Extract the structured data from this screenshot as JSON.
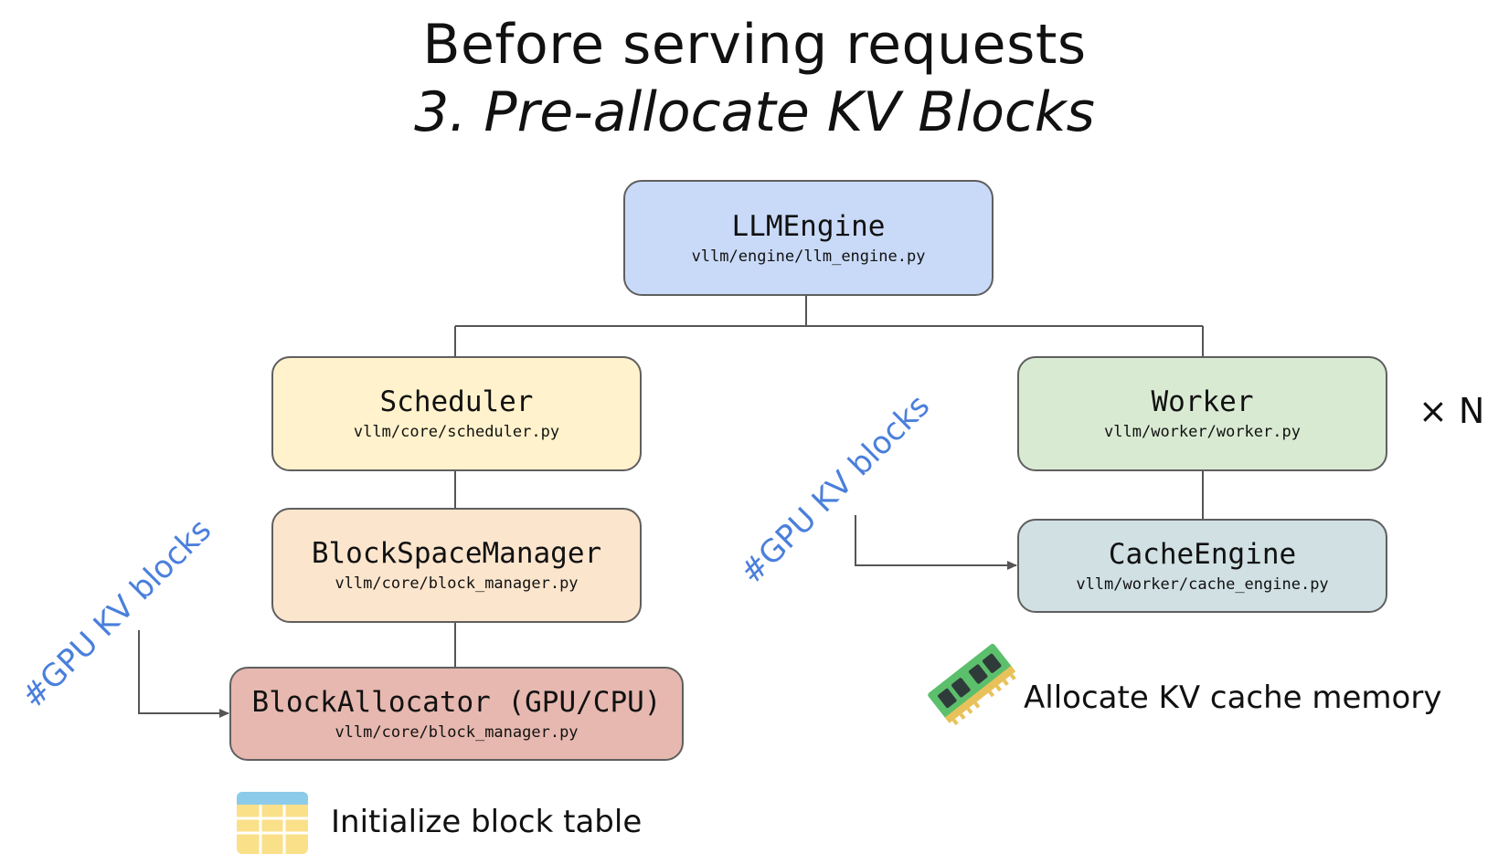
{
  "title": {
    "line1": "Before serving requests",
    "line2": "3. Pre-allocate KV Blocks"
  },
  "boxes": {
    "llm_engine": {
      "name": "LLMEngine",
      "path": "vllm/engine/llm_engine.py",
      "color": "#c9daf8"
    },
    "scheduler": {
      "name": "Scheduler",
      "path": "vllm/core/scheduler.py",
      "color": "#fff2cc"
    },
    "block_space_manager": {
      "name": "BlockSpaceManager",
      "path": "vllm/core/block_manager.py",
      "color": "#fce5cd"
    },
    "block_allocator": {
      "name": "BlockAllocator (GPU/CPU)",
      "path": "vllm/core/block_manager.py",
      "color": "#e6b8af"
    },
    "worker": {
      "name": "Worker",
      "path": "vllm/worker/worker.py",
      "color": "#d9ead3"
    },
    "cache_engine": {
      "name": "CacheEngine",
      "path": "vllm/worker/cache_engine.py",
      "color": "#d0e0e3"
    }
  },
  "multiplier": "× N",
  "annotations": {
    "left": "#GPU KV blocks",
    "right": "#GPU KV blocks",
    "color": "#4a7fdc"
  },
  "captions": {
    "block_table": "Initialize block table",
    "kv_memory": "Allocate KV cache memory"
  },
  "icons": {
    "block_table": "table-icon",
    "kv_memory": "memory-ram-icon"
  }
}
